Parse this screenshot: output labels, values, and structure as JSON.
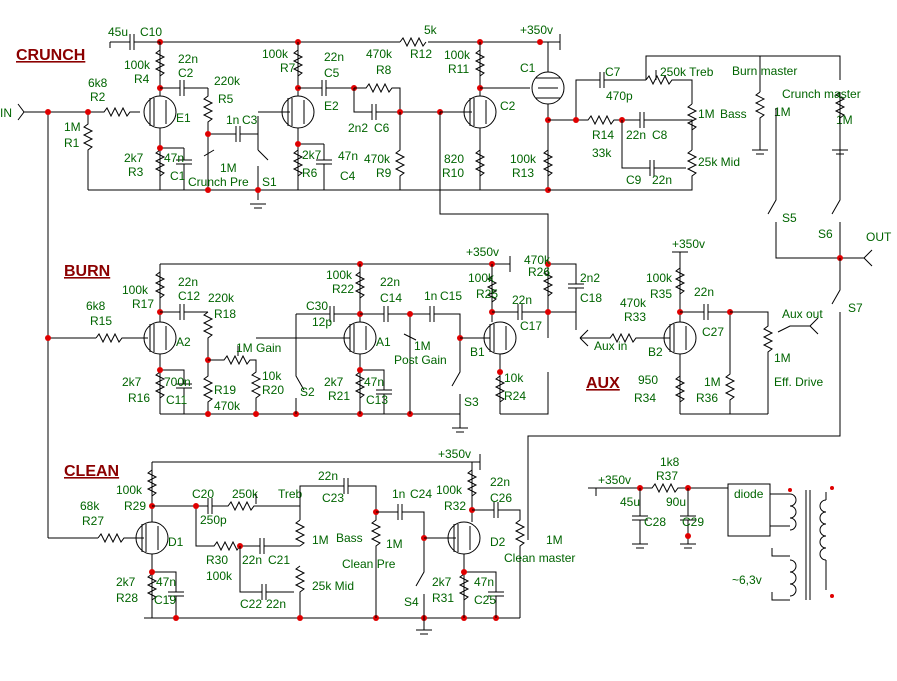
{
  "sections": {
    "crunch": "CRUNCH",
    "burn": "BURN",
    "clean": "CLEAN",
    "aux": "AUX"
  },
  "ports": {
    "in": "IN",
    "out": "OUT",
    "aux_out": "Aux out",
    "aux_in": "Aux in"
  },
  "crunch": {
    "c10": "45u",
    "c10_ref": "C10",
    "r2_val": "6k8",
    "r2": "R2",
    "r1_val": "1M",
    "r1": "R1",
    "r4_val": "100k",
    "r4": "R4",
    "c2_val": "22n",
    "c2": "C2",
    "r5_val": "220k",
    "r5": "R5",
    "e1": "E1",
    "r3_val": "2k7",
    "r3": "R3",
    "c1_val": "47n",
    "c1": "C1",
    "c3_val": "1n",
    "c3": "C3",
    "pre_val": "1M",
    "pre": "Crunch Pre",
    "s1": "S1",
    "r7_val": "100k",
    "r7": "R7",
    "c5_val": "22n",
    "c5": "C5",
    "e2": "E2",
    "r6_val": "2k7",
    "r6": "R6",
    "c4_val": "47n",
    "c4": "C4",
    "r8_val": "470k",
    "r8": "R8",
    "c6_val": "2n2",
    "c6": "C6",
    "r9_val": "470k",
    "r9": "R9",
    "r12_val": "5k",
    "r12": "R12",
    "hv": "+350v",
    "r11_val": "100k",
    "r11": "R11",
    "c2t": "C2",
    "c1t": "C1",
    "r10_val": "820",
    "r10": "R10",
    "r13_val": "100k",
    "r13": "R13",
    "c7": "C7",
    "c7_val": "470p",
    "treb": "250k Treb",
    "r14": "R14",
    "r14_val": "33k",
    "c8_val": "22n",
    "c8": "C8",
    "pot_1m": "1M",
    "c9": "C9",
    "c9_val": "22n",
    "mid": "25k Mid",
    "bass": "Bass",
    "bass_val": "1M",
    "burn_master": "Burn master",
    "crunch_master": "Crunch master",
    "crunch_master_val": "1M",
    "s5": "S5",
    "s6": "S6",
    "s7": "S7"
  },
  "burn": {
    "r17_val": "100k",
    "r17": "R17",
    "c12_val": "22n",
    "c12": "C12",
    "r18_val": "220k",
    "r18": "R18",
    "r15_val": "6k8",
    "r15": "R15",
    "a2": "A2",
    "gain": "1M Gain",
    "r16_val": "2k7",
    "r16": "R16",
    "c11_val": "700n",
    "c11": "C11",
    "r19": "R19",
    "r19_val": "470k",
    "r20_val": "10k",
    "r20": "R20",
    "s2": "S2",
    "c30": "C30",
    "c30_val": "12p",
    "r22_val": "100k",
    "r22": "R22",
    "c14_val": "22n",
    "c14": "C14",
    "c15_val": "1n",
    "c15": "C15",
    "a1": "A1",
    "post_val": "1M",
    "post": "Post Gain",
    "r21_val": "2k7",
    "r21": "R21",
    "c13_val": "47n",
    "c13": "C13",
    "s3": "S3",
    "hv": "+350v",
    "r26_val": "470k",
    "r26": "R26",
    "r25_val": "100k",
    "r25": "R25",
    "c17_val": "22n",
    "c17": "C17",
    "c18_val": "2n2",
    "c18": "C18",
    "b1": "B1",
    "r24_val": "10k",
    "r24": "R24"
  },
  "aux": {
    "hv": "+350v",
    "r35_val": "100k",
    "r35": "R35",
    "r33_val": "470k",
    "r33": "R33",
    "c27_val": "22n",
    "c27": "C27",
    "b2": "B2",
    "r34_val": "950",
    "r34": "R34",
    "r36_val": "1M",
    "r36": "R36",
    "drive_val": "1M",
    "drive": "Eff. Drive"
  },
  "clean": {
    "hv": "+350v",
    "r29_val": "100k",
    "r29": "R29",
    "r27_val": "68k",
    "r27": "R27",
    "d1": "D1",
    "c20": "C20",
    "c20_val": "250p",
    "treb_val": "250k",
    "treb": "Treb",
    "r30": "R30",
    "r30_val": "100k",
    "c21_val": "22n",
    "c21": "C21",
    "pot_1m": "1M",
    "r28_val": "2k7",
    "r28": "R28",
    "c19_val": "47n",
    "c19": "C19",
    "c22": "C22",
    "c22_val": "22n",
    "mid": "25k Mid",
    "c23_val": "22n",
    "c23": "C23",
    "bass": "Bass",
    "bass_val": "1M",
    "c24_val": "1n",
    "c24": "C24",
    "pre": "Clean Pre",
    "s4": "S4",
    "r32_val": "100k",
    "r32": "R32",
    "c26_val": "22n",
    "c26": "C26",
    "d2": "D2",
    "r31_val": "2k7",
    "r31": "R31",
    "c25_val": "47n",
    "c25": "C25",
    "master_val": "1M",
    "master": "Clean master"
  },
  "psu": {
    "hv": "+350v",
    "r37_val": "1k8",
    "r37": "R37",
    "c28_val": "45u",
    "c28": "C28",
    "c29_val": "90u",
    "c29": "C29",
    "diode": "diode",
    "heater": "~6,3v"
  }
}
